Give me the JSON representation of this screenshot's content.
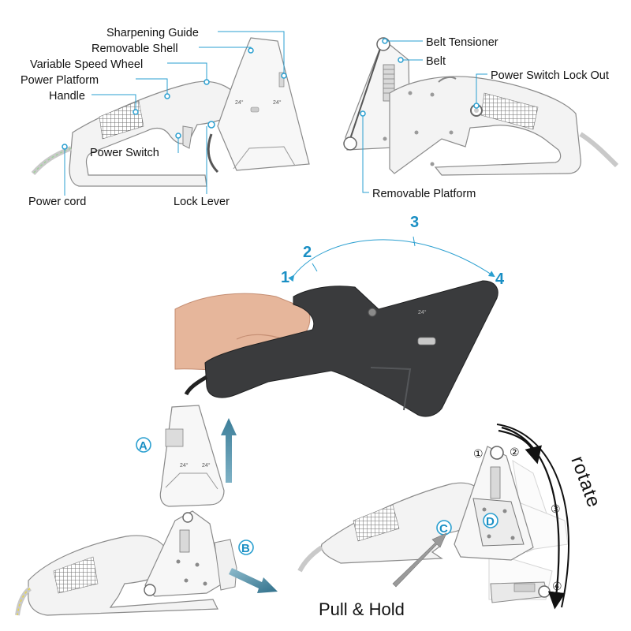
{
  "diagram1": {
    "labels": {
      "sharpening_guide": "Sharpening Guide",
      "removable_shell": "Removable Shell",
      "variable_speed_wheel": "Variable Speed Wheel",
      "power_platform": "Power Platform",
      "handle": "Handle",
      "power_switch": "Power Switch",
      "power_cord": "Power cord",
      "lock_lever": "Lock Lever"
    },
    "guide_marks": [
      "24°",
      "24°"
    ]
  },
  "diagram2": {
    "labels": {
      "belt_tensioner": "Belt Tensioner",
      "belt": "Belt",
      "power_switch_lock_out": "Power Switch Lock Out",
      "removable_platform": "Removable Platform"
    }
  },
  "diagram3": {
    "steps": [
      "1",
      "2",
      "3",
      "4"
    ],
    "guide_mark": "24°"
  },
  "diagram4": {
    "letters": [
      "A",
      "B"
    ],
    "guide_marks": [
      "24°",
      "24°"
    ]
  },
  "diagram5": {
    "steps": [
      "①",
      "②",
      "③",
      "④"
    ],
    "letters": [
      "C",
      "D"
    ],
    "rotate_label": "rotate",
    "pull_hold_label": "Pull & Hold"
  },
  "colors": {
    "accent": "#1a8fc4",
    "leader": "#2a9fd0",
    "device_body": "#f1f1f1",
    "device_outline": "#8a8a8a",
    "dark_device": "#3a3b3d",
    "arrow_steel": "#4f8ea8"
  }
}
